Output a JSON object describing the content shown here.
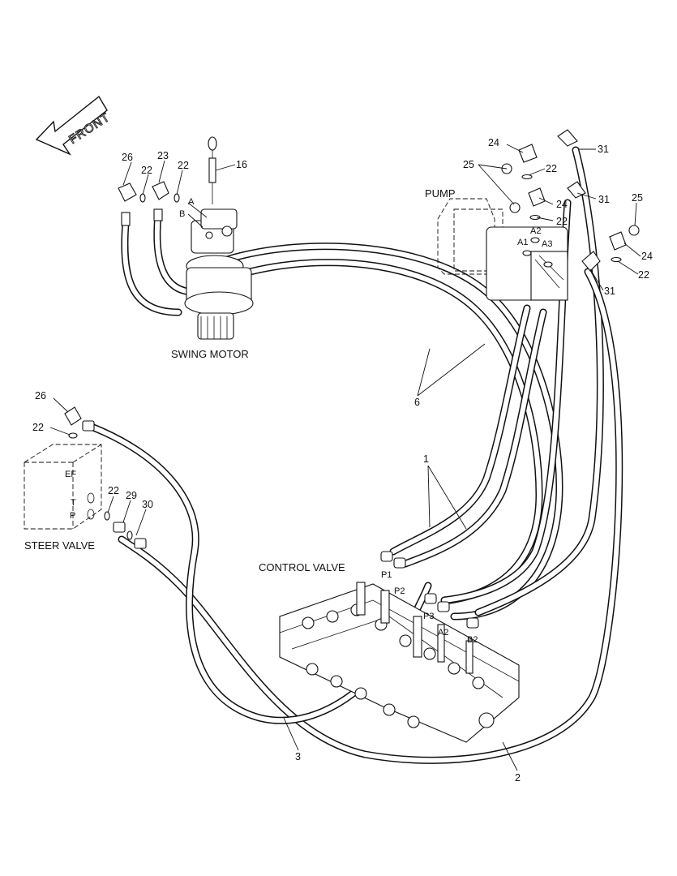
{
  "front_arrow": "FRONT",
  "components": {
    "swing_motor": "SWING MOTOR",
    "pump": "PUMP",
    "steer_valve": "STEER VALVE",
    "control_valve": "CONTROL VALVE"
  },
  "ports": {
    "motor_a": "A",
    "motor_b": "B",
    "pump_a1": "A1",
    "pump_a2": "A2",
    "pump_a3": "A3",
    "steer_ef": "EF",
    "steer_t": "T",
    "steer_p": "P",
    "valve_p1": "P1",
    "valve_p2": "P2",
    "valve_p3": "P3",
    "valve_a2": "A2",
    "valve_b2": "B2"
  },
  "callouts": {
    "c26_motor": "26",
    "c23": "23",
    "c22_motor_a": "22",
    "c22_motor_b": "22",
    "c16": "16",
    "c24_top": "24",
    "c31_top": "31",
    "c25_pump": "25",
    "c22_pump_top": "22",
    "c24_mid": "24",
    "c31_mid": "31",
    "c22_pump_mid": "22",
    "c25_right": "25",
    "c24_right": "24",
    "c22_right": "22",
    "c31_bottom": "31",
    "c6": "6",
    "c26_steer": "26",
    "c22_steer_top": "22",
    "c22_steer_p": "22",
    "c29": "29",
    "c30": "30",
    "c1": "1",
    "c3": "3",
    "c2": "2"
  },
  "icons": [
    "front-arrow-icon"
  ]
}
